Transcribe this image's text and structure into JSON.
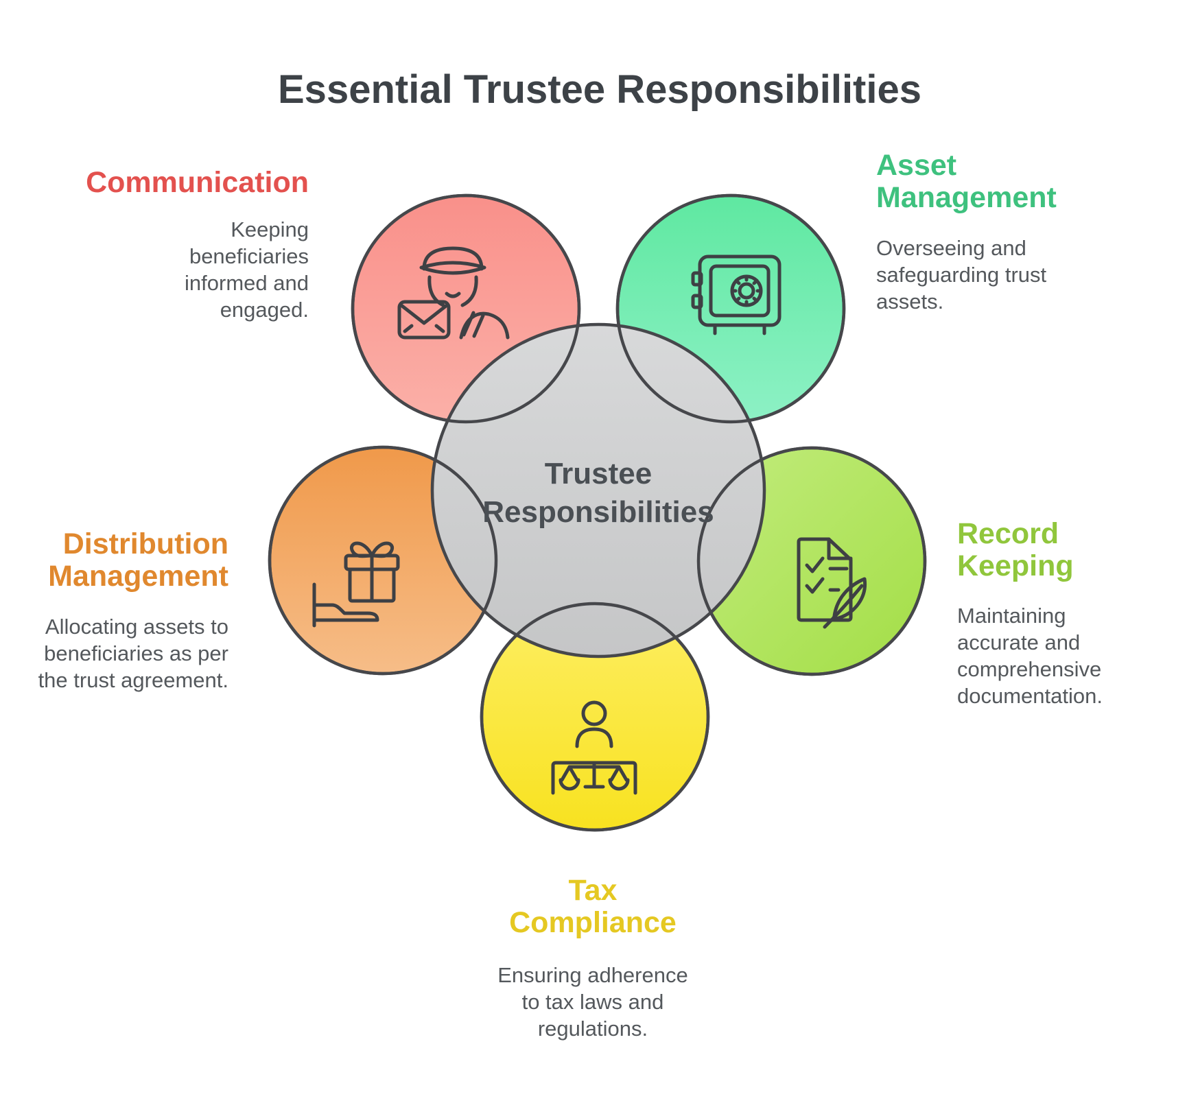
{
  "title": "Essential Trustee Responsibilities",
  "center": {
    "line1": "Trustee",
    "line2": "Responsibilities"
  },
  "sections": [
    {
      "id": "communication",
      "heading_lines": [
        "Communication"
      ],
      "body_lines": [
        "Keeping",
        "beneficiaries",
        "informed and",
        "engaged."
      ],
      "heading_color": "#e3514e",
      "circle_gradient": [
        "#f9908a",
        "#fbb0a8"
      ],
      "icon": "mail-carrier-icon"
    },
    {
      "id": "asset-management",
      "heading_lines": [
        "Asset",
        "Management"
      ],
      "body_lines": [
        "Overseeing and",
        "safeguarding trust",
        "assets."
      ],
      "heading_color": "#3ec17e",
      "circle_gradient": [
        "#5fe8a1",
        "#8df1c5"
      ],
      "icon": "safe-icon"
    },
    {
      "id": "record-keeping",
      "heading_lines": [
        "Record",
        "Keeping"
      ],
      "body_lines": [
        "Maintaining",
        "accurate and",
        "comprehensive",
        "documentation."
      ],
      "heading_color": "#90c63c",
      "circle_gradient": [
        "#c2ec7d",
        "#a3de46"
      ],
      "icon": "document-feather-icon"
    },
    {
      "id": "tax-compliance",
      "heading_lines": [
        "Tax",
        "Compliance"
      ],
      "body_lines": [
        "Ensuring adherence",
        "to tax laws and",
        "regulations."
      ],
      "heading_color": "#e5c822",
      "circle_gradient": [
        "#fdee63",
        "#f8e220"
      ],
      "icon": "justice-scales-icon"
    },
    {
      "id": "distribution-management",
      "heading_lines": [
        "Distribution",
        "Management"
      ],
      "body_lines": [
        "Allocating assets to",
        "beneficiaries as per",
        "the trust agreement."
      ],
      "heading_color": "#e0882e",
      "circle_gradient": [
        "#f0994a",
        "#f6bd88"
      ],
      "icon": "gift-hand-icon"
    }
  ],
  "colors": {
    "background": "#ffffff",
    "title_text": "#3d4247",
    "body_text": "#54585c",
    "center_circle_fill": "#cfd0d1",
    "center_circle_text": "#4a4f54",
    "circle_outline": "#46474b",
    "icon_stroke": "#3e4044"
  }
}
